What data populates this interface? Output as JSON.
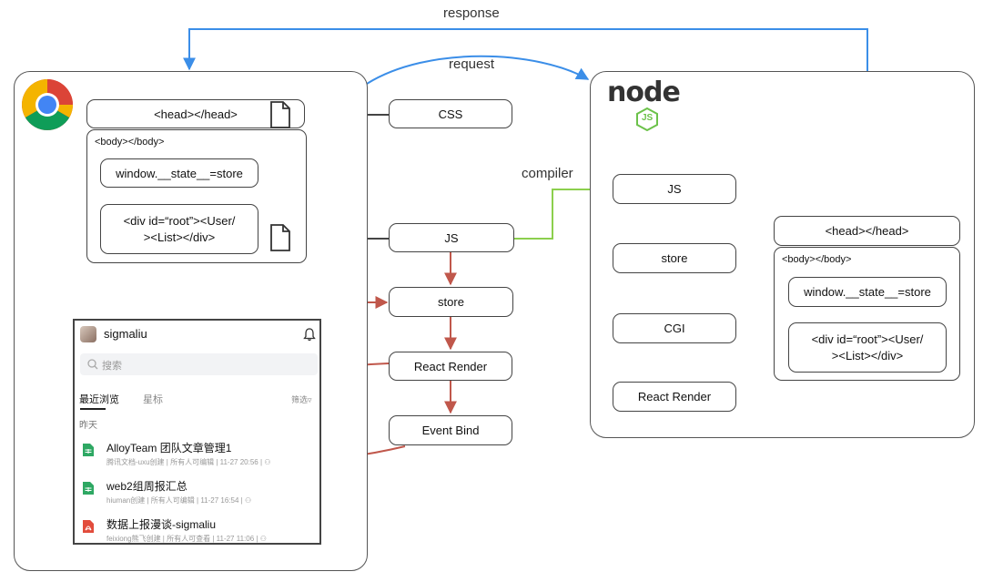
{
  "labels": {
    "response": "response",
    "request": "request",
    "compiler": "compiler"
  },
  "browser": {
    "head": "<head></head>",
    "body": "<body></body>",
    "state": "window.__state__=store",
    "root_line1": "<div id=“root”><User/",
    "root_line2": "><List></div>"
  },
  "flow": {
    "css": "CSS",
    "js": "JS",
    "store": "store",
    "react_render": "React Render",
    "event_bind": "Event Bind"
  },
  "server": {
    "js": "JS",
    "store": "store",
    "cgi": "CGI",
    "react_render": "React Render",
    "head": "<head></head>",
    "body": "<body></body>",
    "state": "window.__state__=store",
    "root_line1": "<div id=“root”><User/",
    "root_line2": "><List></div>"
  },
  "logo": {
    "node_text": "node",
    "js_badge": "JS"
  },
  "app": {
    "username": "sigmaliu",
    "search_placeholder": "搜索",
    "tabs": [
      "最近浏览",
      "星标"
    ],
    "filter": "筛选",
    "date_group": "昨天",
    "items": [
      {
        "title": "AlloyTeam 团队文章管理1",
        "meta": [
          "腾讯文档-uxu创建",
          "所有人可编辑",
          "11-27 20:56"
        ],
        "type": "sheet"
      },
      {
        "title": "web2组周报汇总",
        "meta": [
          "hiuman创建",
          "所有人可编辑",
          "11-27 16:54"
        ],
        "type": "sheet"
      },
      {
        "title": "数据上报漫谈-sigmaliu",
        "meta": [
          "feixiong熊飞创建",
          "所有人可查看",
          "11-27 11:06"
        ],
        "type": "pdf"
      }
    ]
  },
  "colors": {
    "blue_arrow": "#3b8ee8",
    "red_arrow": "#c0574b",
    "green_arrow": "#8ccf4d",
    "dark_arrow": "#555555",
    "node_green": "#6cc24a",
    "sheet_green": "#2ea863",
    "pdf_red": "#e24c3c"
  }
}
